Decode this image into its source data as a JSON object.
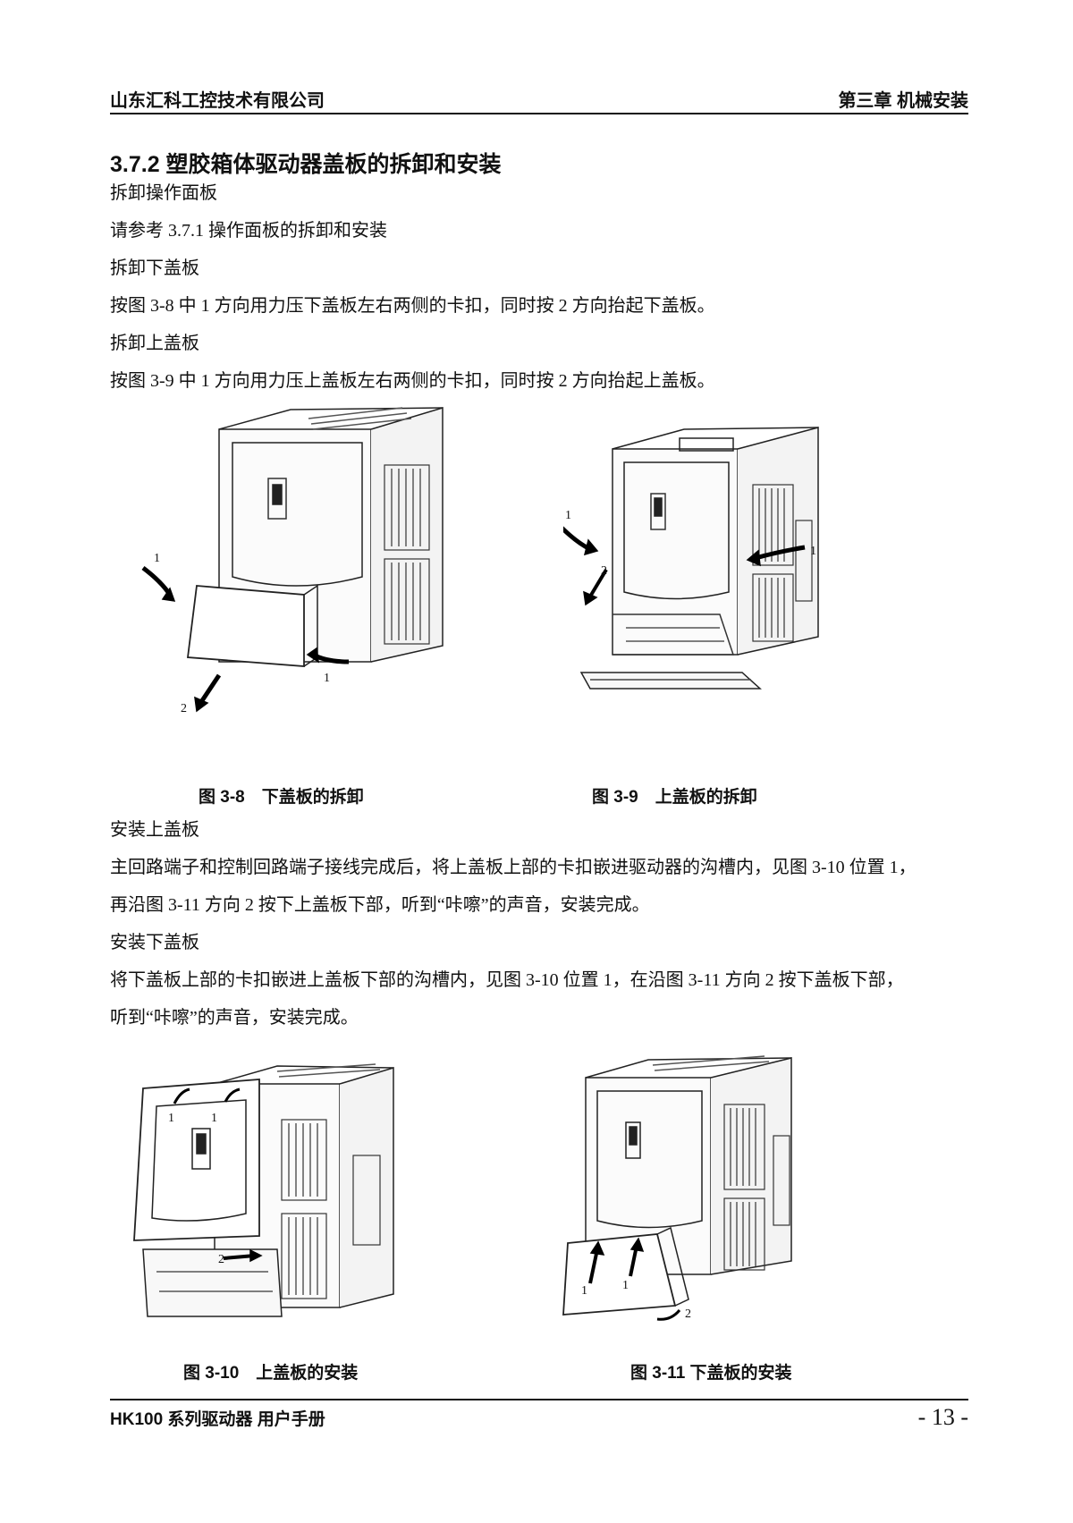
{
  "header": {
    "company": "山东汇科工控技术有限公司",
    "chapter": "第三章 机械安装"
  },
  "section": {
    "title": "3.7.2 塑胶箱体驱动器盖板的拆卸和安装"
  },
  "paragraphs": {
    "p1": "拆卸操作面板",
    "p2": "请参考 3.7.1 操作面板的拆卸和安装",
    "p3": "拆卸下盖板",
    "p4": "按图 3-8 中 1 方向用力压下盖板左右两侧的卡扣，同时按 2 方向抬起下盖板。",
    "p5": "拆卸上盖板",
    "p6": "按图 3-9 中 1 方向用力压上盖板左右两侧的卡扣，同时按 2 方向抬起上盖板。",
    "p7": "安装上盖板",
    "p8": "主回路端子和控制回路端子接线完成后，将上盖板上部的卡扣嵌进驱动器的沟槽内，见图 3-10 位置 1，",
    "p9": "再沿图 3-11 方向 2 按下上盖板下部，听到“咔嚓”的声音，安装完成。",
    "p10": "安装下盖板",
    "p11": "将下盖板上部的卡扣嵌进上盖板下部的沟槽内，见图 3-10 位置 1，在沿图 3-11 方向 2 按下盖板下部，",
    "p12": "听到“咔嚓”的声音，安装完成。"
  },
  "figures": {
    "fig1": {
      "caption": "图 3-8　下盖板的拆卸",
      "label_1a": "1",
      "label_1b": "1",
      "label_2": "2"
    },
    "fig2": {
      "caption": "图 3-9　上盖板的拆卸",
      "label_1a": "1",
      "label_1b": "1",
      "label_2": "2"
    },
    "fig3": {
      "caption": "图 3-10　上盖板的安装",
      "label_1a": "1",
      "label_1b": "1",
      "label_2": "2"
    },
    "fig4": {
      "caption": "图 3-11 下盖板的安装",
      "label_1a": "1",
      "label_1b": "1",
      "label_2": "2"
    }
  },
  "footer": {
    "manual": "HK100 系列驱动器 用户手册",
    "page": "- 13 -"
  }
}
